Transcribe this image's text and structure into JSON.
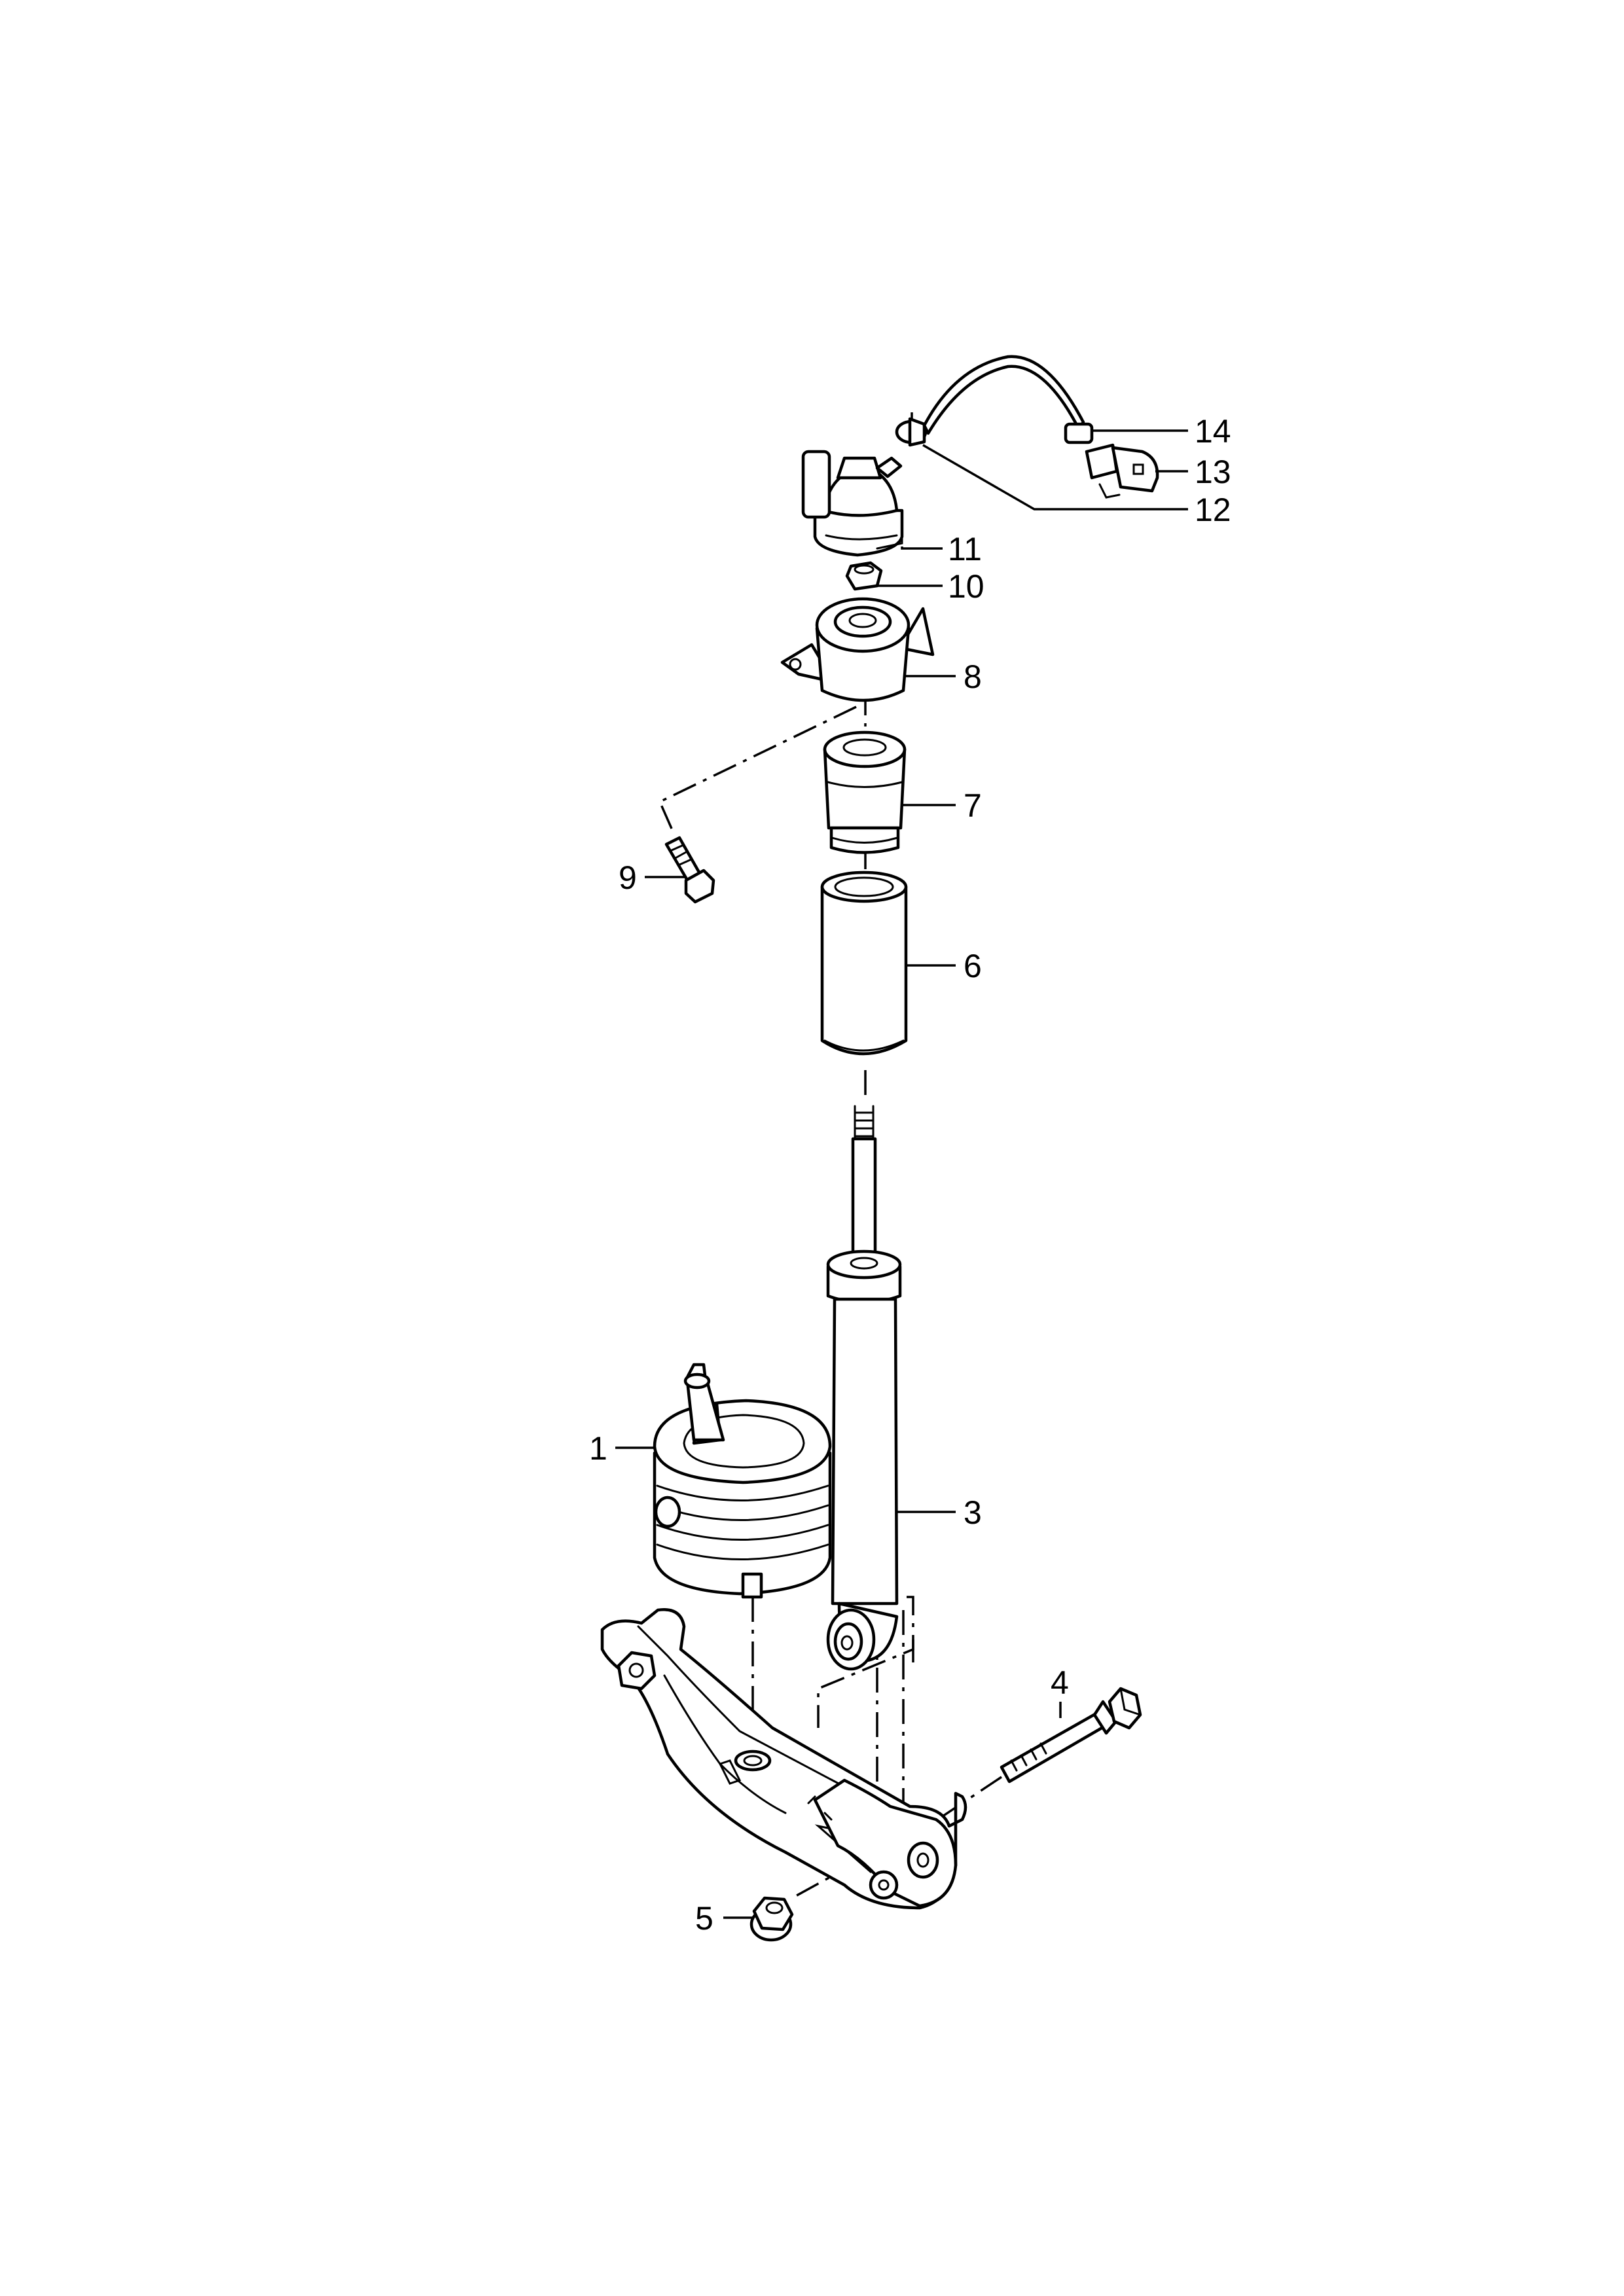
{
  "diagram": {
    "callouts": [
      {
        "id": "1",
        "label": "1"
      },
      {
        "id": "3",
        "label": "3"
      },
      {
        "id": "4",
        "label": "4"
      },
      {
        "id": "5",
        "label": "5"
      },
      {
        "id": "6",
        "label": "6"
      },
      {
        "id": "7",
        "label": "7"
      },
      {
        "id": "8",
        "label": "8"
      },
      {
        "id": "9",
        "label": "9"
      },
      {
        "id": "10",
        "label": "10"
      },
      {
        "id": "11",
        "label": "11"
      },
      {
        "id": "12",
        "label": "12"
      },
      {
        "id": "13",
        "label": "13"
      },
      {
        "id": "14",
        "label": "14"
      }
    ]
  },
  "colors": {
    "line": "#000000",
    "fill": "#ffffff",
    "background": "#ffffff"
  }
}
